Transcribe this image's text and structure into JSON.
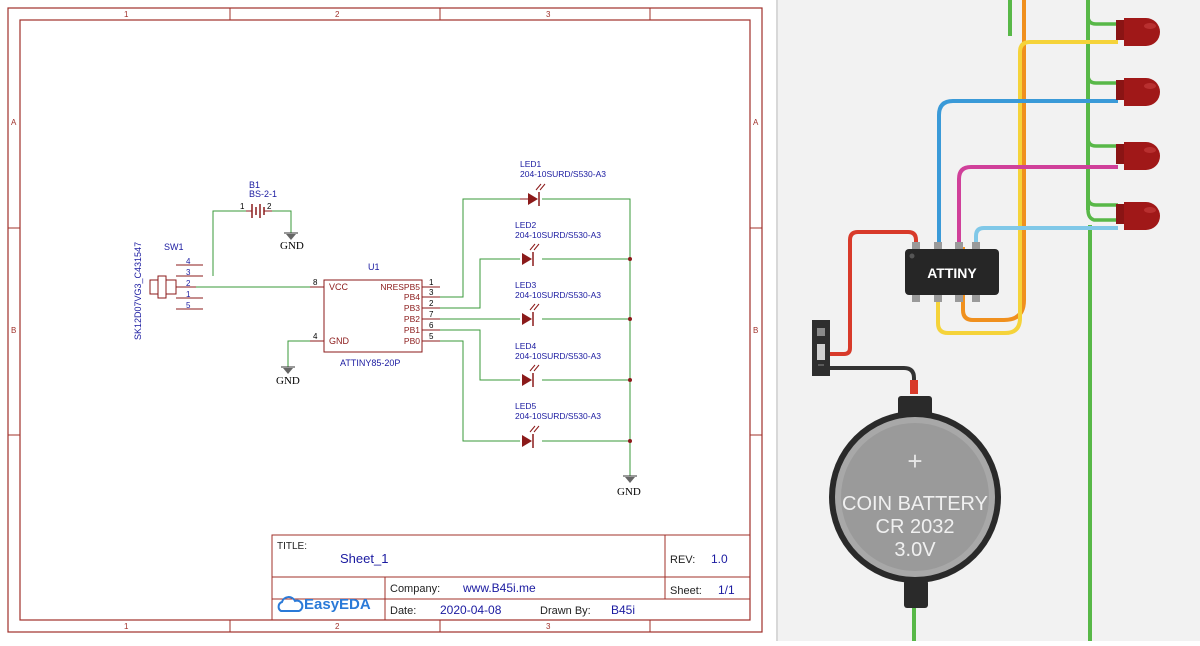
{
  "schematic": {
    "frame": {
      "col_labels": [
        "1",
        "2",
        "3"
      ],
      "row_labels": [
        "A",
        "B"
      ]
    },
    "battery": {
      "ref": "B1",
      "value": "BS-2-1",
      "pin1": "1",
      "pin2": "2",
      "gnd": "GND"
    },
    "switch": {
      "ref": "SW1",
      "value": "SK12D07VG3_C431547",
      "pins": [
        "4",
        "3",
        "2",
        "1",
        "5"
      ]
    },
    "mcu": {
      "ref": "U1",
      "value": "ATTINY85-20P",
      "vcc": "VCC",
      "vcc_pin": "8",
      "gnd": "GND",
      "gnd_pin": "4",
      "right_pins": [
        {
          "name": "NRESPB5",
          "num": "1"
        },
        {
          "name": "PB4",
          "num": "3"
        },
        {
          "name": "PB3",
          "num": "2"
        },
        {
          "name": "PB2",
          "num": "7"
        },
        {
          "name": "PB1",
          "num": "6"
        },
        {
          "name": "PB0",
          "num": "5"
        }
      ],
      "gnd_label": "GND"
    },
    "leds": [
      {
        "ref": "LED1",
        "value": "204-10SURD/S530-A3"
      },
      {
        "ref": "LED2",
        "value": "204-10SURD/S530-A3"
      },
      {
        "ref": "LED3",
        "value": "204-10SURD/S530-A3"
      },
      {
        "ref": "LED4",
        "value": "204-10SURD/S530-A3"
      },
      {
        "ref": "LED5",
        "value": "204-10SURD/S530-A3"
      }
    ],
    "led_gnd": "GND",
    "title_block": {
      "title_label": "TITLE:",
      "title": "Sheet_1",
      "rev_label": "REV:",
      "rev": "1.0",
      "company_label": "Company:",
      "company": "www.B45i.me",
      "sheet_label": "Sheet:",
      "sheet": "1/1",
      "date_label": "Date:",
      "date": "2020-04-08",
      "drawn_label": "Drawn By:",
      "drawn": "B45i",
      "logo": "EasyEDA"
    },
    "colors": {
      "frame": "#a0302a",
      "wire": "#3a9a3a",
      "text_blue": "#1a1aa0",
      "part": "#8b1a1a"
    }
  },
  "breadboard": {
    "chip_label": "ATTINY",
    "battery": {
      "line1": "COIN BATTERY",
      "line2": "CR 2032",
      "line3": "3.0V",
      "symbol": "+"
    },
    "colors": {
      "background": "#f2f2f2",
      "led": "#a01818",
      "wire_green": "#58b848",
      "wire_orange": "#f0901e",
      "wire_yellow": "#f5d33a",
      "wire_blue": "#3a9ad8",
      "wire_magenta": "#d0409a",
      "wire_lightblue": "#80c8e8",
      "wire_red": "#d83a2a",
      "chip": "#262626"
    }
  }
}
